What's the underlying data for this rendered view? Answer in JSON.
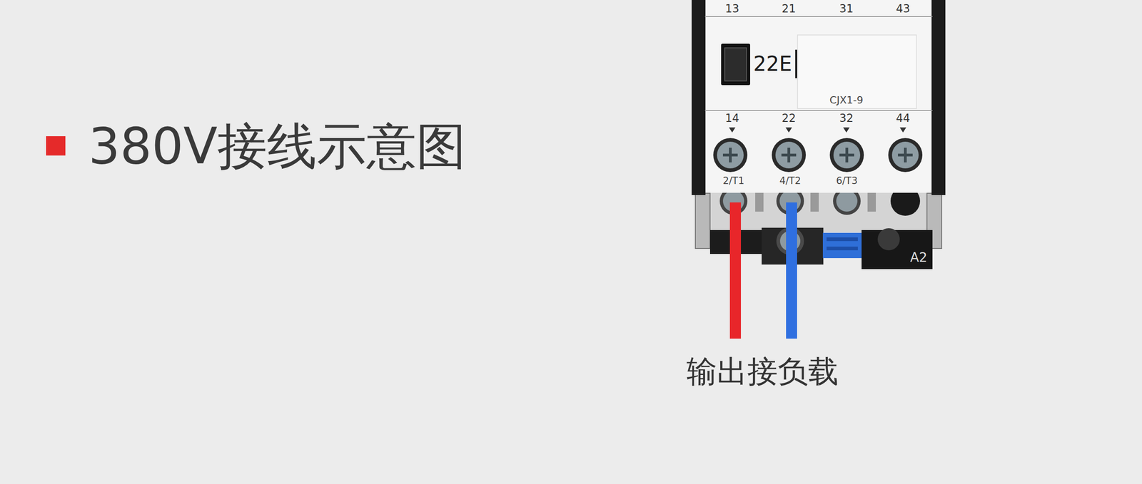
{
  "diagram": {
    "title": "380V接线示意图",
    "labels": [
      "13",
      "21",
      "31",
      "43",
      "22E",
      "CJX1-9",
      "14",
      "22",
      "32",
      "44",
      "2/T1",
      "4/T2",
      "6/T3",
      "A2",
      "输出接负载"
    ]
  }
}
